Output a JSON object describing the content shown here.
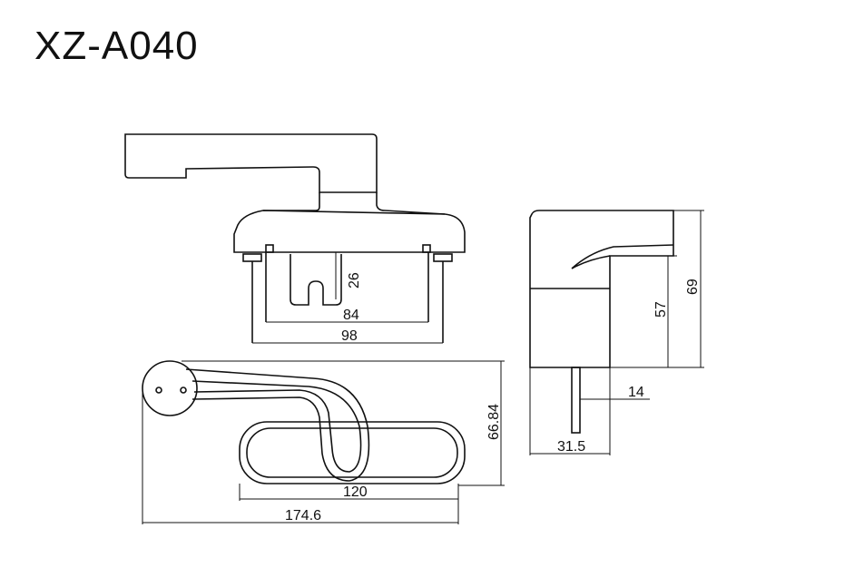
{
  "title": "XZ-A040",
  "dims": {
    "d26": "26",
    "d84": "84",
    "d98": "98",
    "d57": "57",
    "d69": "69",
    "d14": "14",
    "d31_5": "31.5",
    "d66_84": "66.84",
    "d120": "120",
    "d174_6": "174.6"
  },
  "colors": {
    "line": "#111111",
    "background": "#ffffff"
  }
}
